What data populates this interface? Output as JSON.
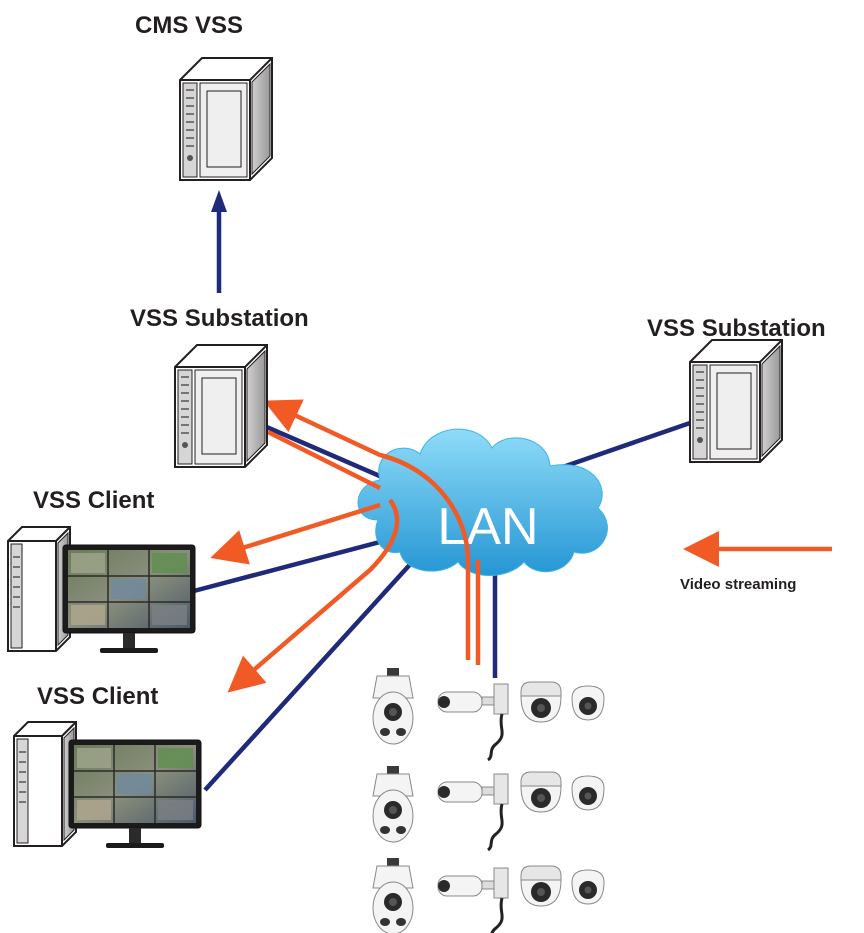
{
  "nodes": {
    "cms_label": "CMS VSS",
    "substation_left_label": "VSS Substation",
    "substation_right_label": "VSS Substation",
    "client_top_label": "VSS Client",
    "client_bottom_label": "VSS Client",
    "lan_label": "LAN"
  },
  "legend": {
    "video_streaming_label": "Video streaming"
  },
  "colors": {
    "network_link": "#1f2a7a",
    "video_stream": "#f15a24",
    "cloud_light": "#7fd3f5",
    "cloud_dark": "#2a9fd8"
  },
  "cameras": {
    "rows": 3,
    "per_row": [
      "speed-dome-camera",
      "bullet-camera",
      "dome-camera",
      "mini-dome-camera"
    ]
  }
}
